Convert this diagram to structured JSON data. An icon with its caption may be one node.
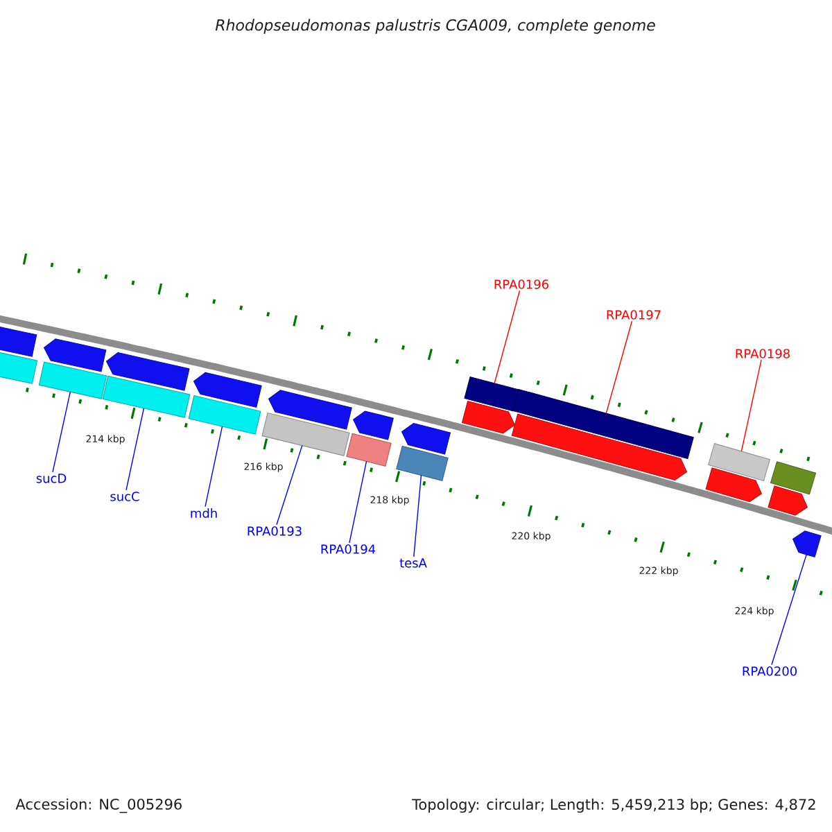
{
  "diagram": {
    "title": "Rhodopseudomonas palustris CGA009, complete genome",
    "nodes": [
      {
        "text": [
          "sucD"
        ]
      },
      {
        "text": [
          "sucC"
        ]
      },
      {
        "text": [
          "mdh"
        ]
      },
      {
        "text": [
          "RPA0193"
        ]
      },
      {
        "text": [
          "RPA0194"
        ]
      },
      {
        "text": [
          "tesA"
        ]
      },
      {
        "text": [
          "RPA0196"
        ]
      },
      {
        "text": [
          "RPA0197"
        ]
      },
      {
        "text": [
          "RPA0198"
        ]
      },
      {
        "text": [
          "RPA0200"
        ]
      },
      {
        "text": [],
        "shape": "pentagon"
      },
      {
        "text": [],
        "shape": "box"
      },
      {
        "text": [],
        "shape": "pentagon"
      },
      {
        "text": [],
        "shape": "box"
      },
      {
        "text": [],
        "shape": "pentagon"
      },
      {
        "text": [],
        "shape": "box"
      },
      {
        "text": [],
        "shape": "pentagon"
      },
      {
        "text": [],
        "shape": "box"
      },
      {
        "text": [],
        "shape": "pentagon"
      },
      {
        "text": [],
        "shape": "box"
      },
      {
        "text": [],
        "shape": "pentagon"
      },
      {
        "text": [],
        "shape": "box"
      },
      {
        "text": [],
        "shape": "pentagon"
      },
      {
        "text": [],
        "shape": "box"
      },
      {
        "text": [],
        "shape": "box"
      },
      {
        "text": [],
        "shape": "pentagon"
      },
      {
        "text": [],
        "shape": "box"
      },
      {
        "text": [],
        "shape": "pentagon"
      },
      {
        "text": [],
        "shape": "box"
      },
      {
        "text": [],
        "shape": "pentagon"
      },
      {
        "text": [],
        "shape": "box"
      },
      {
        "text": [],
        "shape": "pentagon"
      },
      {
        "text": [],
        "shape": "pentagon"
      }
    ],
    "edges": [
      {
        "from": 0,
        "to": 13,
        "arrow": "none"
      },
      {
        "from": 1,
        "to": 15,
        "arrow": "none"
      },
      {
        "from": 2,
        "to": 17,
        "arrow": "none"
      },
      {
        "from": 3,
        "to": 19,
        "arrow": "none"
      },
      {
        "from": 4,
        "to": 21,
        "arrow": "none"
      },
      {
        "from": 5,
        "to": 23,
        "arrow": "none"
      },
      {
        "from": 6,
        "to": 24,
        "arrow": "none",
        "color": "#ff0000"
      },
      {
        "from": 7,
        "to": 26,
        "arrow": "none",
        "color": "#ff0000"
      },
      {
        "from": 8,
        "to": 28,
        "arrow": "none",
        "color": "#ff0000"
      },
      {
        "from": 9,
        "to": 32,
        "arrow": "none"
      }
    ],
    "labels": [
      "214 kbp",
      "216 kbp",
      "218 kbp",
      "220 kbp",
      "222 kbp",
      "224 kbp",
      "Accession: NC_005296",
      "Topology: circular; Length: 5,459,213 bp; Genes: 4,872"
    ]
  }
}
